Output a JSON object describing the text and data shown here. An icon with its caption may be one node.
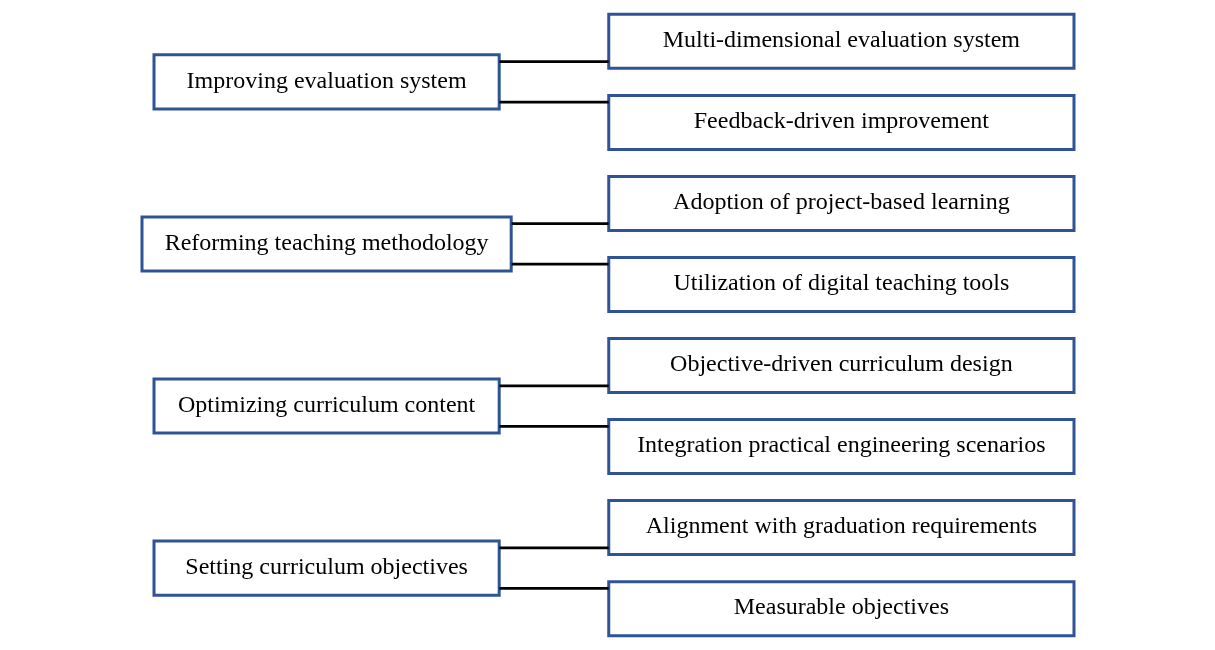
{
  "diagram": {
    "nodes": [
      {
        "text": [
          "Setting curriculum objectives"
        ]
      },
      {
        "text": [
          "Alignment with graduation requirements"
        ]
      },
      {
        "text": [
          "Measurable objectives"
        ]
      },
      {
        "text": [
          "Optimizing curriculum content"
        ]
      },
      {
        "text": [
          "Objective-driven curriculum design"
        ]
      },
      {
        "text": [
          "Integration practical engineering scenarios"
        ]
      },
      {
        "text": [
          "Reforming teaching methodology"
        ]
      },
      {
        "text": [
          "Adoption of project-based learning"
        ]
      },
      {
        "text": [
          "Utilization of digital teaching tools"
        ]
      },
      {
        "text": [
          "Improving evaluation system"
        ]
      },
      {
        "text": [
          "Multi-dimensional evaluation system"
        ]
      },
      {
        "text": [
          "Feedback-driven improvement"
        ]
      }
    ],
    "edges": [
      {
        "from": 0,
        "to": 1,
        "arrow": "none"
      },
      {
        "from": 0,
        "to": 2,
        "arrow": "none"
      },
      {
        "from": 3,
        "to": 4,
        "arrow": "none"
      },
      {
        "from": 3,
        "to": 5,
        "arrow": "none"
      },
      {
        "from": 6,
        "to": 7,
        "arrow": "none"
      },
      {
        "from": 6,
        "to": 8,
        "arrow": "none"
      },
      {
        "from": 9,
        "to": 10,
        "arrow": "none"
      },
      {
        "from": 9,
        "to": 11,
        "arrow": "none"
      }
    ]
  }
}
